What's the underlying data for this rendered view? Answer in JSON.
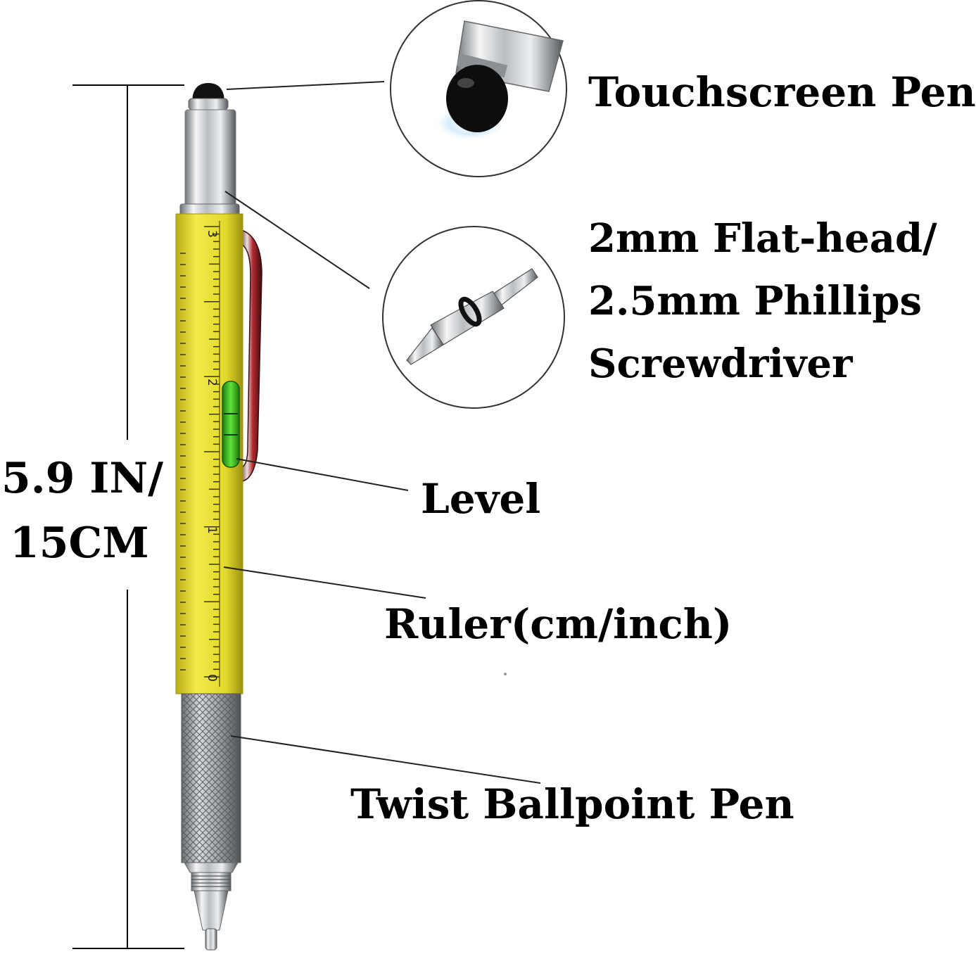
{
  "dimension": {
    "line1": "5.9 IN/",
    "line2": "15CM"
  },
  "features": {
    "touchscreen": "Touchscreen Pen",
    "screwdriver": {
      "line1": "2mm Flat-head/",
      "line2": "2.5mm Phillips",
      "line3": "Screwdriver"
    },
    "level": "Level",
    "ruler": "Ruler(cm/inch)",
    "ballpoint": "Twist Ballpoint Pen"
  },
  "ruler_marks": [
    "3",
    "2",
    "1",
    "0"
  ],
  "colors": {
    "barrel": "#e6dc2e",
    "chrome": "#c9ccd0",
    "level_vial": "#39c21e",
    "clip": "#b3292f",
    "stylus_tip": "#111111",
    "ink": "#000000"
  }
}
